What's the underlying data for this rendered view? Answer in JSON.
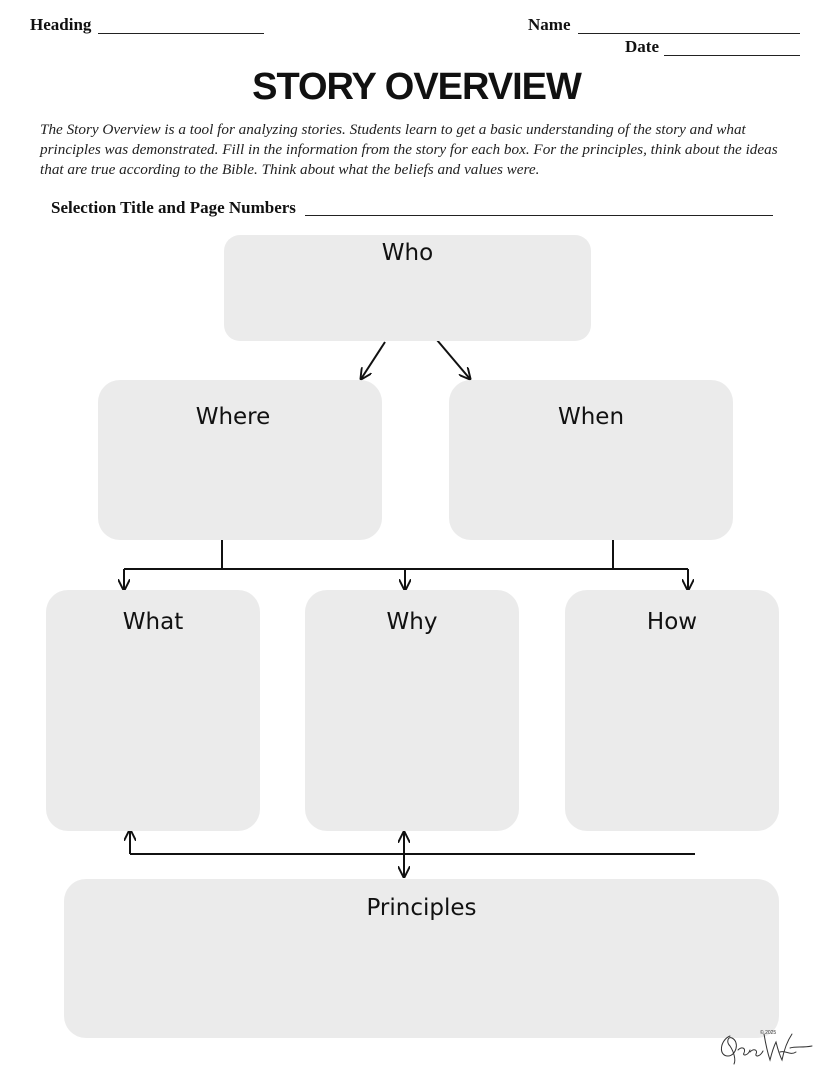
{
  "header": {
    "heading_label": "Heading",
    "name_label": "Name",
    "date_label": "Date"
  },
  "title": "STORY OVERVIEW",
  "description": "The Story Overview is a tool for analyzing stories. Students learn to get a basic understanding of the story and what principles was demonstrated. Fill in the information from the story for each box. For the principles, think about the ideas that are true according to the Bible. Think about what the beliefs and values were.",
  "selection_label": "Selection Title and Page Numbers",
  "boxes": {
    "who": "Who",
    "where": "Where",
    "when": "When",
    "what": "What",
    "why": "Why",
    "how": "How",
    "principles": "Principles"
  },
  "footer": {
    "copyright": "© 2025",
    "signature": "RaeWat"
  },
  "colors": {
    "box_fill": "#ebebeb",
    "line": "#111111"
  }
}
